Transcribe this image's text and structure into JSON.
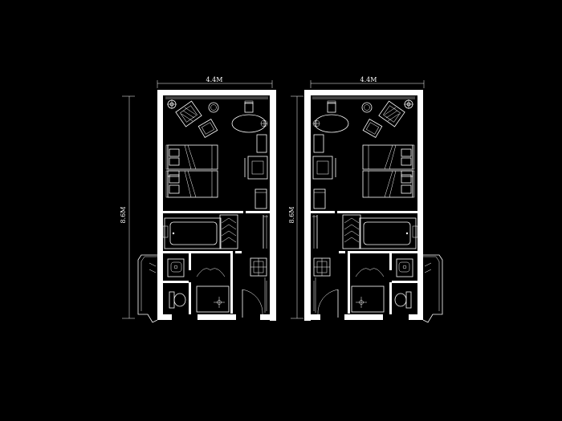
{
  "dimensions": {
    "left_width": "4.4M",
    "left_height": "8.6M",
    "right_width": "4.4M",
    "right_height": "8.6M"
  },
  "colors": {
    "background": "#000000",
    "lines": "#ffffff"
  }
}
